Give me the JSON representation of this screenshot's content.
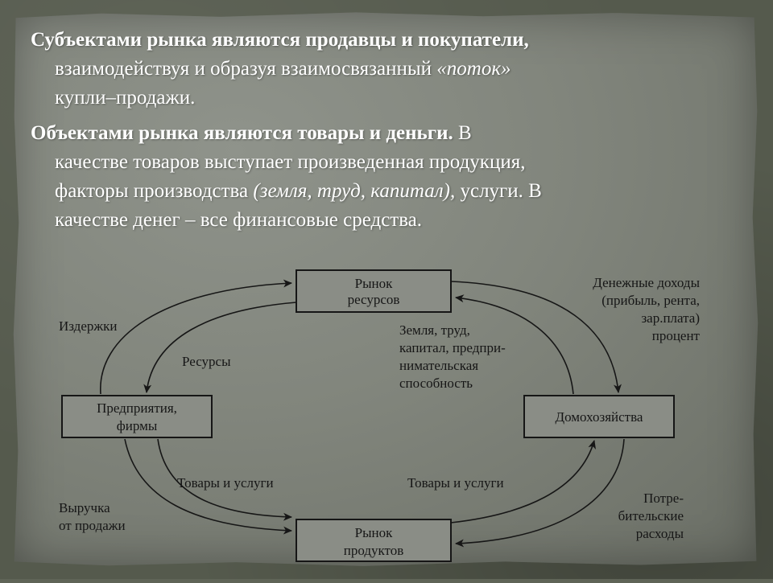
{
  "para1": {
    "bold": "Субъектами рынка являются продавцы и покупатели,",
    "line2_a": "взаимодействуя и образуя взаимосвязанный ",
    "line2_b": "«поток»",
    "line3": "купли–продажи."
  },
  "para2": {
    "bold": "Объектами рынка являются товары и деньги.",
    "after_bold": " В",
    "line2": "качестве товаров выступает произведенная продукция,",
    "line3_a": "факторы производства ",
    "line3_b": "(земля, труд, капитал),",
    "line3_c": " услуги. В",
    "line4": "качестве денег – все финансовые средства."
  },
  "diagram": {
    "resource_market": [
      "Рынок",
      "ресурсов"
    ],
    "firms": [
      "Предприятия,",
      "фирмы"
    ],
    "households": "Домохозяйства",
    "product_market": [
      "Рынок",
      "продуктов"
    ],
    "costs": "Издержки",
    "resources": "Ресурсы",
    "money_income": [
      "Денежные доходы",
      "(прибыль, рента,",
      "зар.плата)",
      "процент"
    ],
    "factors": [
      "Земля, труд,",
      "капитал, предпри-",
      "нимательская",
      "способность"
    ],
    "goods_left": "Товары и услуги",
    "goods_right": "Товары и услуги",
    "revenue": [
      "Выручка",
      "от продажи"
    ],
    "consumer_spending": [
      "Потре-",
      "бительские",
      "расходы"
    ]
  },
  "colors": {
    "text": "#ffffff",
    "diagram_ink": "#161616",
    "box_fill": "#8a8d86"
  }
}
